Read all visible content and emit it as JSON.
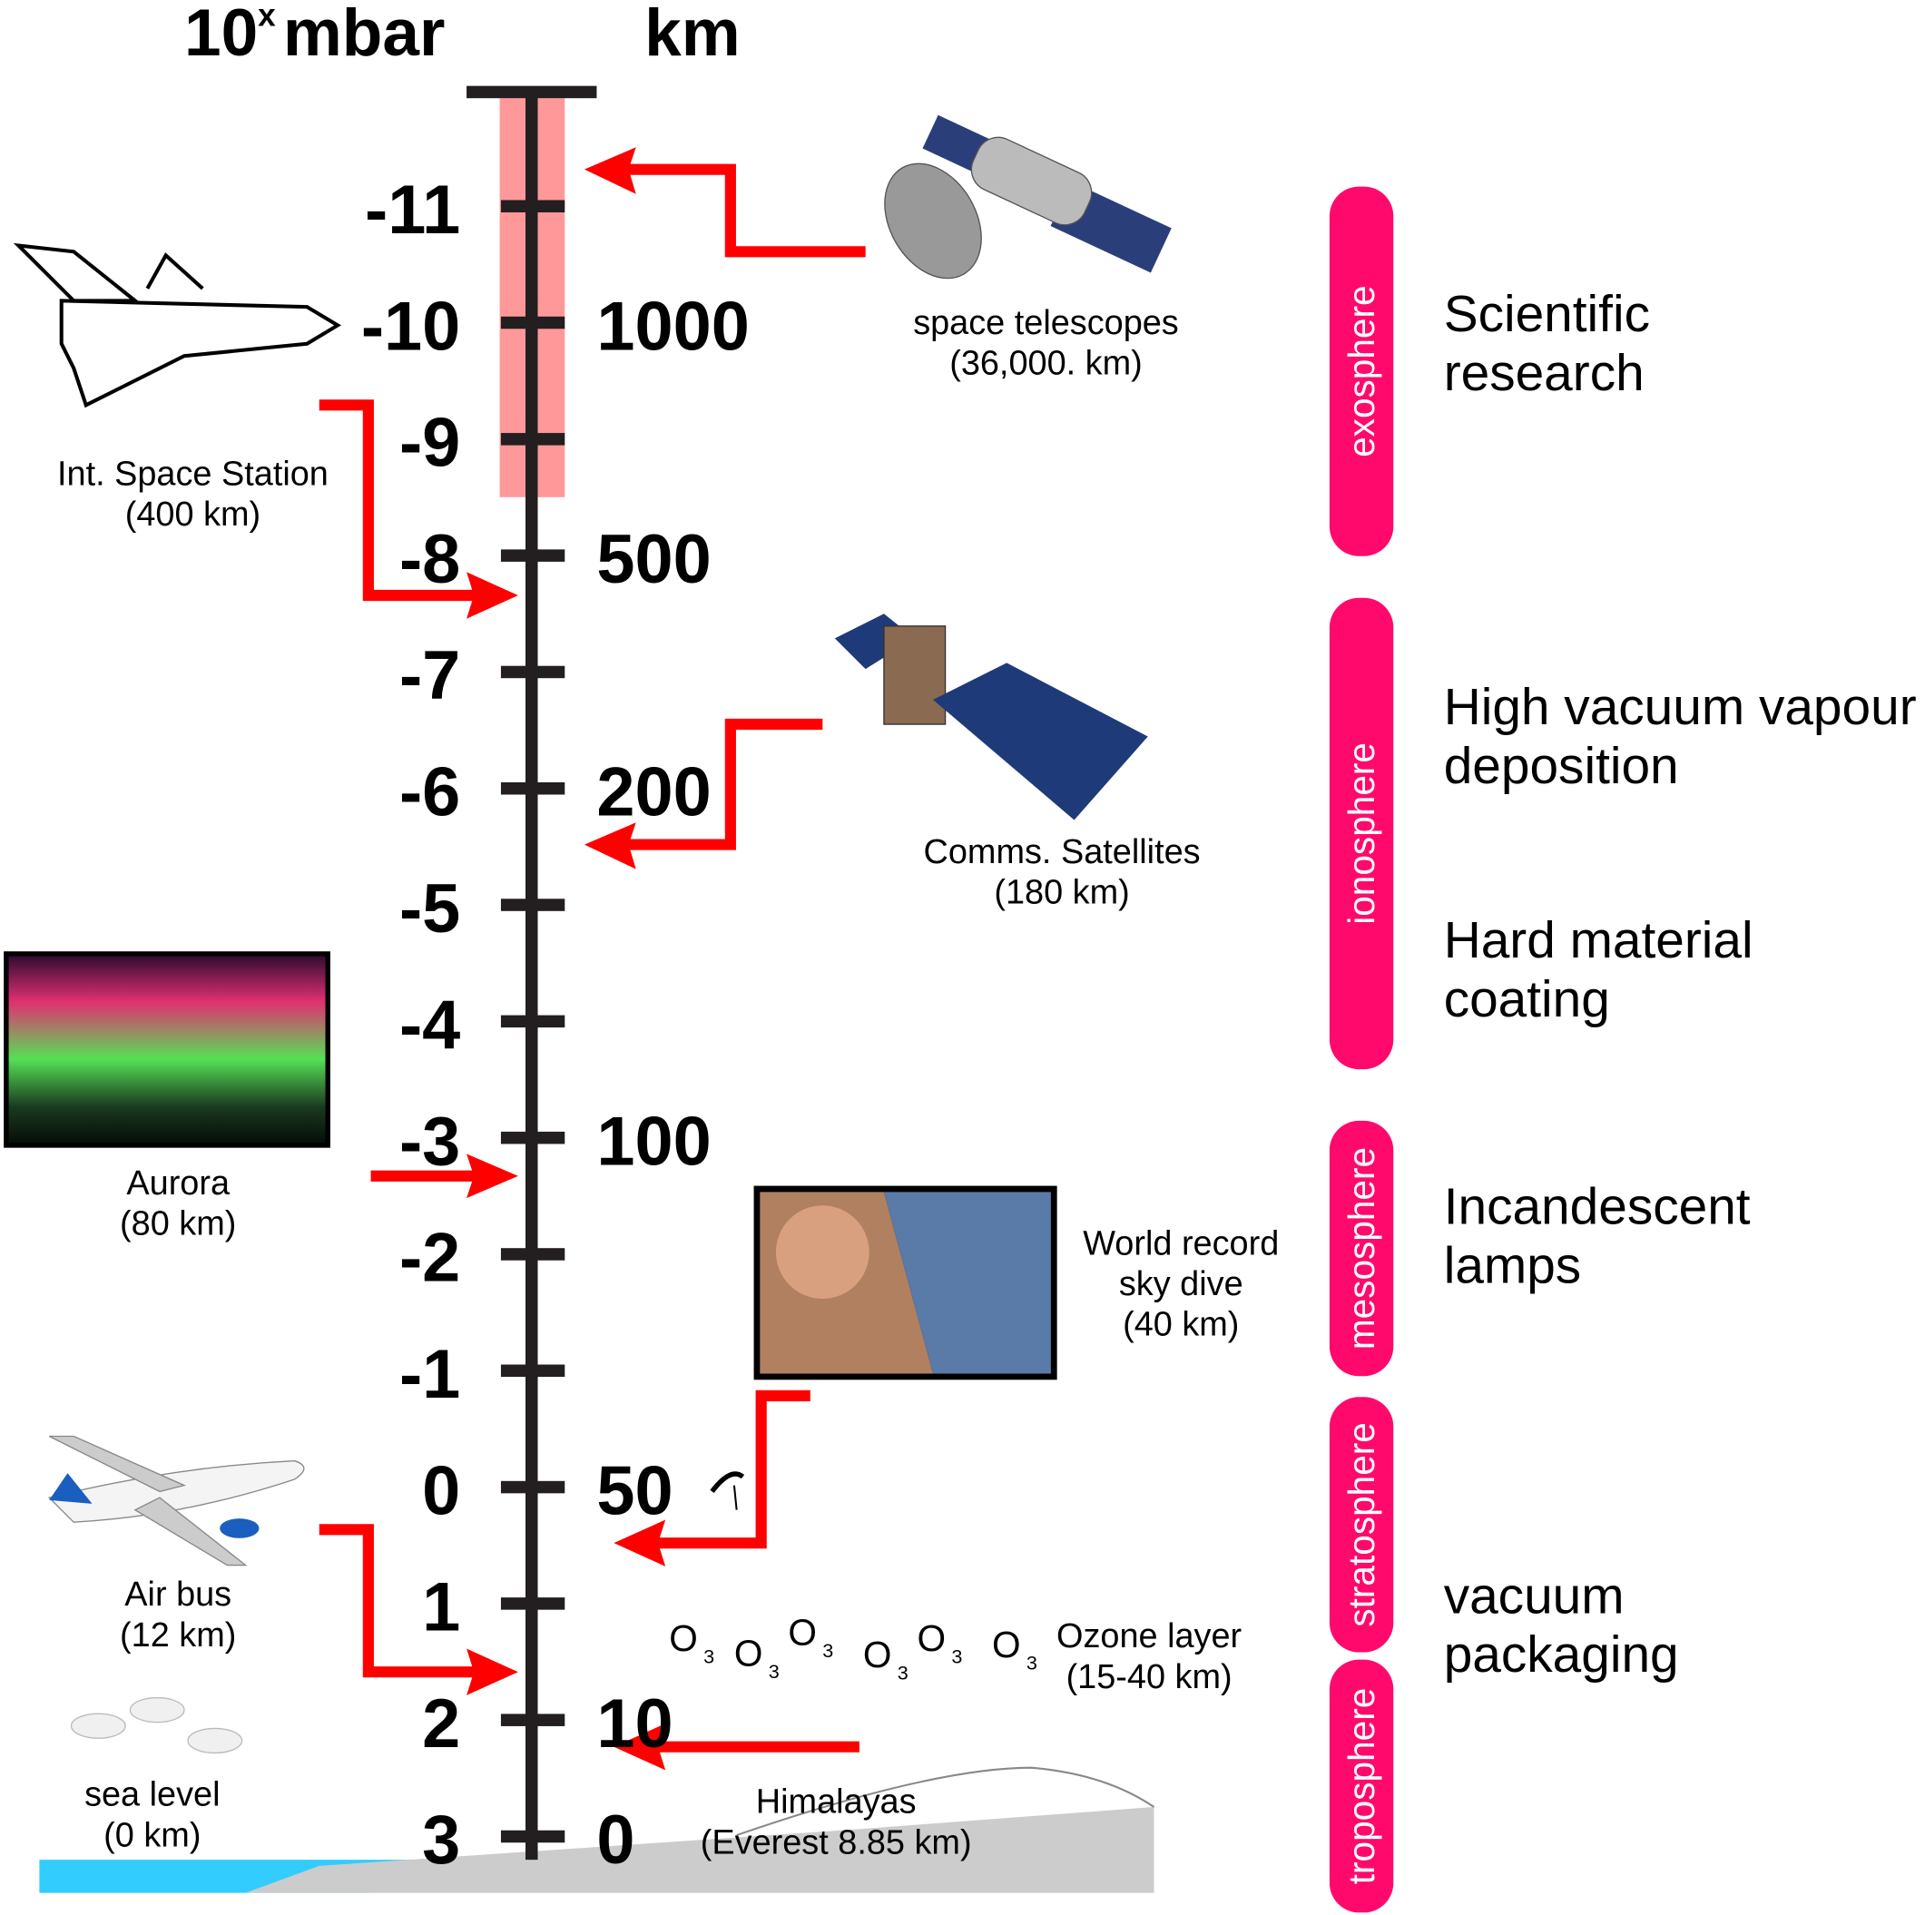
{
  "header": {
    "pressure_base": "10",
    "pressure_exp": "x",
    "pressure_unit": "mbar",
    "altitude_unit": "km"
  },
  "pressure_ticks": [
    "-11",
    "-10",
    "-9",
    "-8",
    "-7",
    "-6",
    "-5",
    "-4",
    "-3",
    "-2",
    "-1",
    "0",
    "1",
    "2",
    "3"
  ],
  "km_labels": [
    {
      "tick_index": 1,
      "label": "1000"
    },
    {
      "tick_index": 3,
      "label": "500"
    },
    {
      "tick_index": 5,
      "label": "200"
    },
    {
      "tick_index": 8,
      "label": "100"
    },
    {
      "tick_index": 11,
      "label": "50"
    },
    {
      "tick_index": 13,
      "label": "10"
    },
    {
      "tick_index": 14,
      "label": "0"
    }
  ],
  "annotations": {
    "telescopes": [
      "space telescopes",
      "(36,000. km)"
    ],
    "iss": [
      "Int. Space Station",
      "(400 km)"
    ],
    "comms": [
      "Comms. Satellites",
      "(180 km)"
    ],
    "aurora": [
      "Aurora",
      "(80 km)"
    ],
    "skydive": [
      "World record",
      "sky dive",
      "(40 km)"
    ],
    "airbus": [
      "Air bus",
      "(12 km)"
    ],
    "sea": [
      "sea level",
      "(0 km)"
    ],
    "ozone": [
      "Ozone layer",
      "(15-40 km)"
    ],
    "himalayas": [
      "Himalayas",
      "(Everest 8.85 km)"
    ],
    "ozone_symbol": "O",
    "ozone_sub": "3"
  },
  "layers": [
    "exosphere",
    "ionosphere",
    "mesosphere",
    "stratosphere",
    "troposphere"
  ],
  "applications": [
    [
      "Scientific",
      "research"
    ],
    [
      "High vacuum vapour",
      "deposition"
    ],
    [
      "Hard material",
      "coating"
    ],
    [
      "Incandescent",
      "lamps"
    ],
    [
      "vacuum",
      "packaging"
    ]
  ],
  "colors": {
    "layer_pill": "#ff0a6c",
    "arrow": "#ff0000",
    "band": "#ff9999",
    "axis": "#231f20"
  }
}
